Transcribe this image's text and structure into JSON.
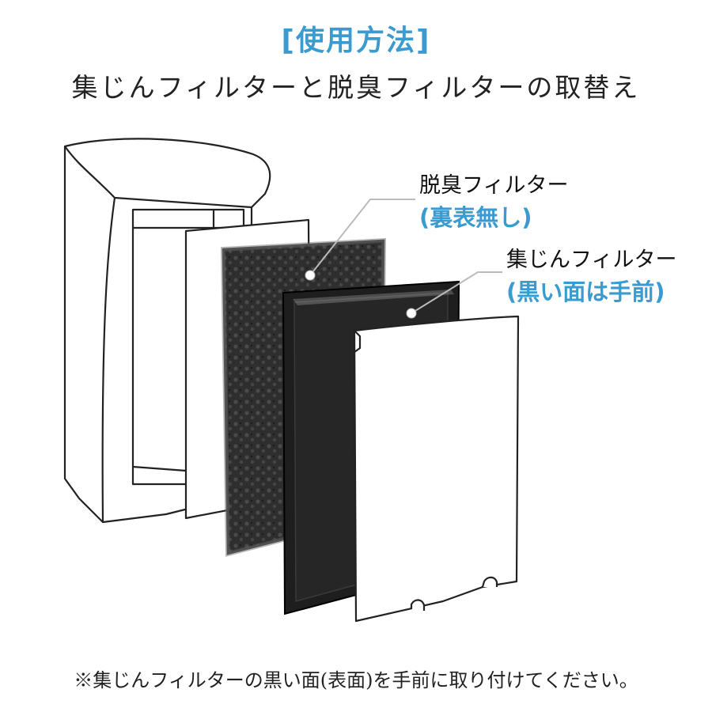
{
  "header": {
    "title": "[使用方法]",
    "subtitle": "集じんフィルターと脱臭フィルターの取替え"
  },
  "diagram": {
    "deodorizing_filter": {
      "name": "脱臭フィルター",
      "note": "(裏表無し)"
    },
    "dust_filter": {
      "name": "集じんフィルター",
      "note": "(黒い面は手前)"
    }
  },
  "footer": {
    "note": "※集じんフィルターの黒い面(表面)を手前に取り付けてください。"
  },
  "colors": {
    "accent": "#3a9bd0",
    "text": "#222222",
    "filter_dark": "#2b2b2b"
  }
}
